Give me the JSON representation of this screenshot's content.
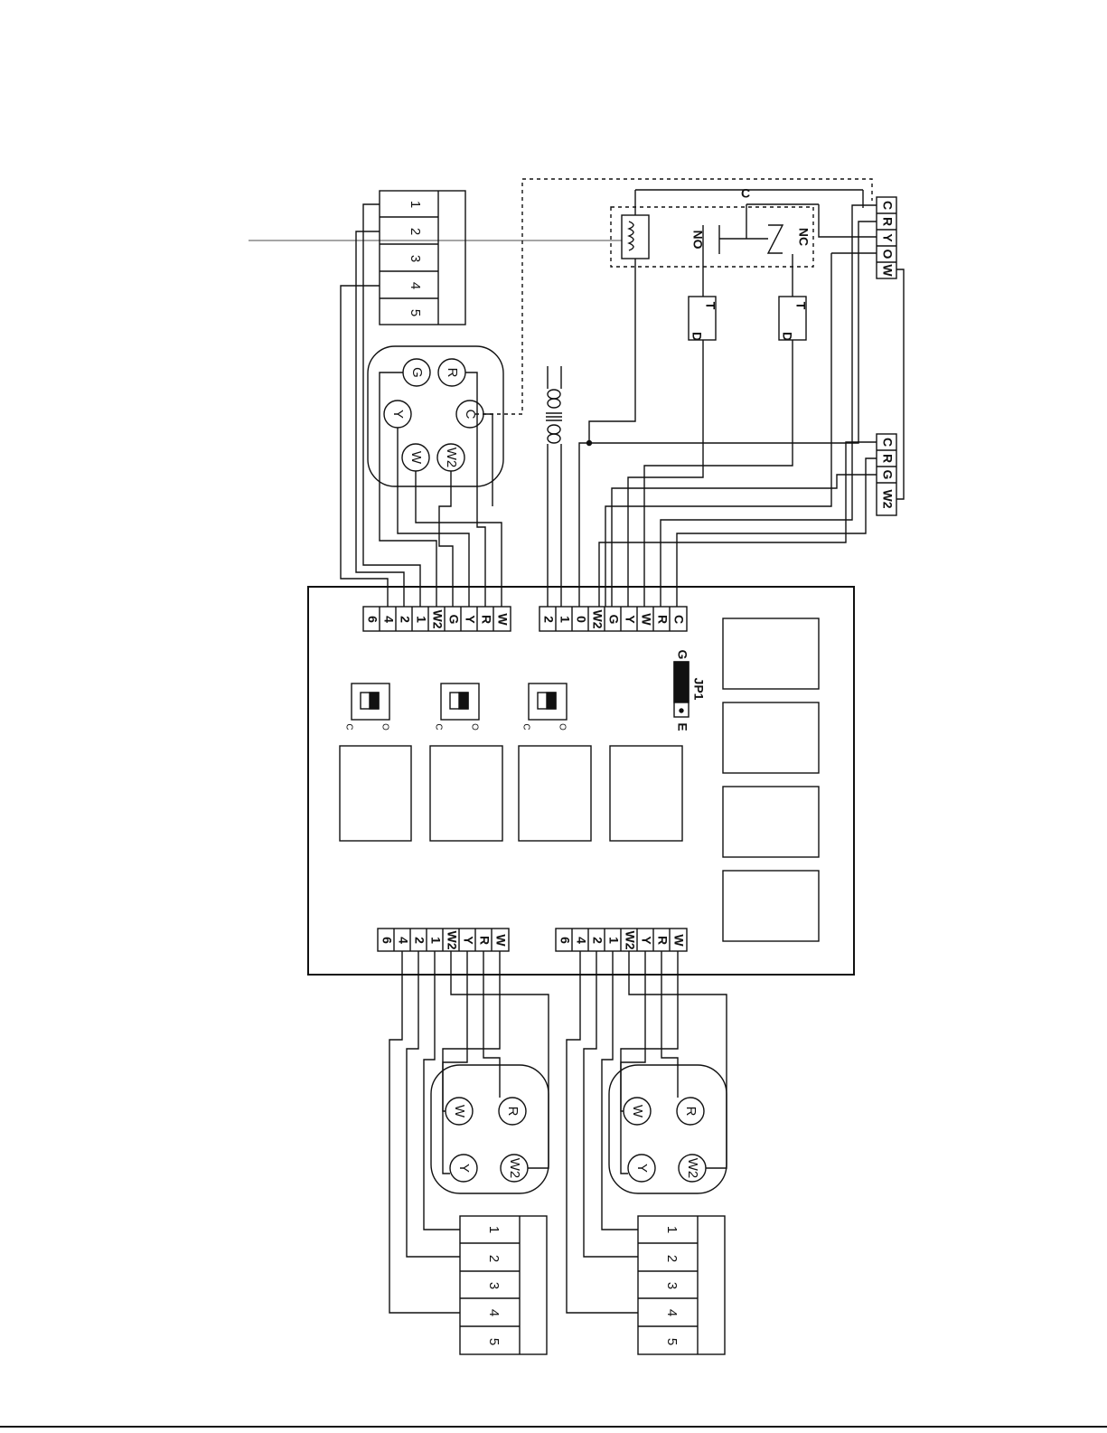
{
  "colors": {
    "ink": "#111111",
    "paper": "#ffffff"
  },
  "block_numbers": [
    "1",
    "2",
    "3",
    "4",
    "5"
  ],
  "board": {
    "terminals_top_left": [
      "6",
      "4",
      "2",
      "1",
      "W2",
      "G",
      "Y",
      "R",
      "W"
    ],
    "terminals_top_right": [
      "2",
      "1",
      "0",
      "W2",
      "G",
      "Y",
      "W",
      "R",
      "C"
    ],
    "terminals_bottom_left": [
      "6",
      "4",
      "2",
      "1",
      "W2",
      "Y",
      "R",
      "W"
    ],
    "terminals_bottom_right": [
      "6",
      "4",
      "2",
      "1",
      "W2",
      "Y",
      "R",
      "W"
    ],
    "switch_labels": [
      "C",
      "O"
    ],
    "jumper": {
      "name": "JP1",
      "g": "G",
      "e": "E"
    }
  },
  "thermostat_top": [
    "G",
    "R",
    "Y",
    "C",
    "W",
    "W2"
  ],
  "thermostat_small": [
    "W",
    "R",
    "Y",
    "W2"
  ],
  "relay": {
    "c": "C",
    "no": "NO",
    "nc": "NC",
    "t": "T",
    "d": "D"
  },
  "right_top_terminals": [
    "C",
    "R",
    "Y",
    "O",
    "W"
  ],
  "right_bottom_terminals": [
    "C",
    "R",
    "G",
    "W2"
  ]
}
